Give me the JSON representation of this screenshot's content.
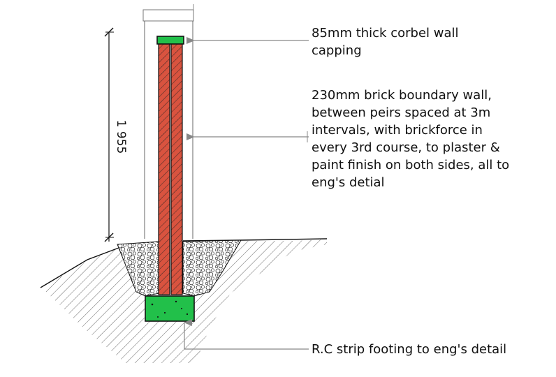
{
  "dimension": {
    "label": "1 955"
  },
  "annotations": {
    "capping": {
      "lines": [
        "85mm thick corbel wall",
        "capping"
      ]
    },
    "wall": {
      "lines": [
        "230mm brick boundary wall,",
        "between peirs spaced at 3m",
        "intervals, with brickforce in",
        "every 3rd course, to plaster &",
        "paint finish on both sides, all to",
        "eng's detial"
      ]
    },
    "footing": {
      "lines": [
        "R.C strip footing to eng's detail"
      ]
    }
  },
  "colors": {
    "brick": "#d9533f",
    "concrete": "#22c04a",
    "line": "#111111",
    "arrow": "#888888"
  }
}
